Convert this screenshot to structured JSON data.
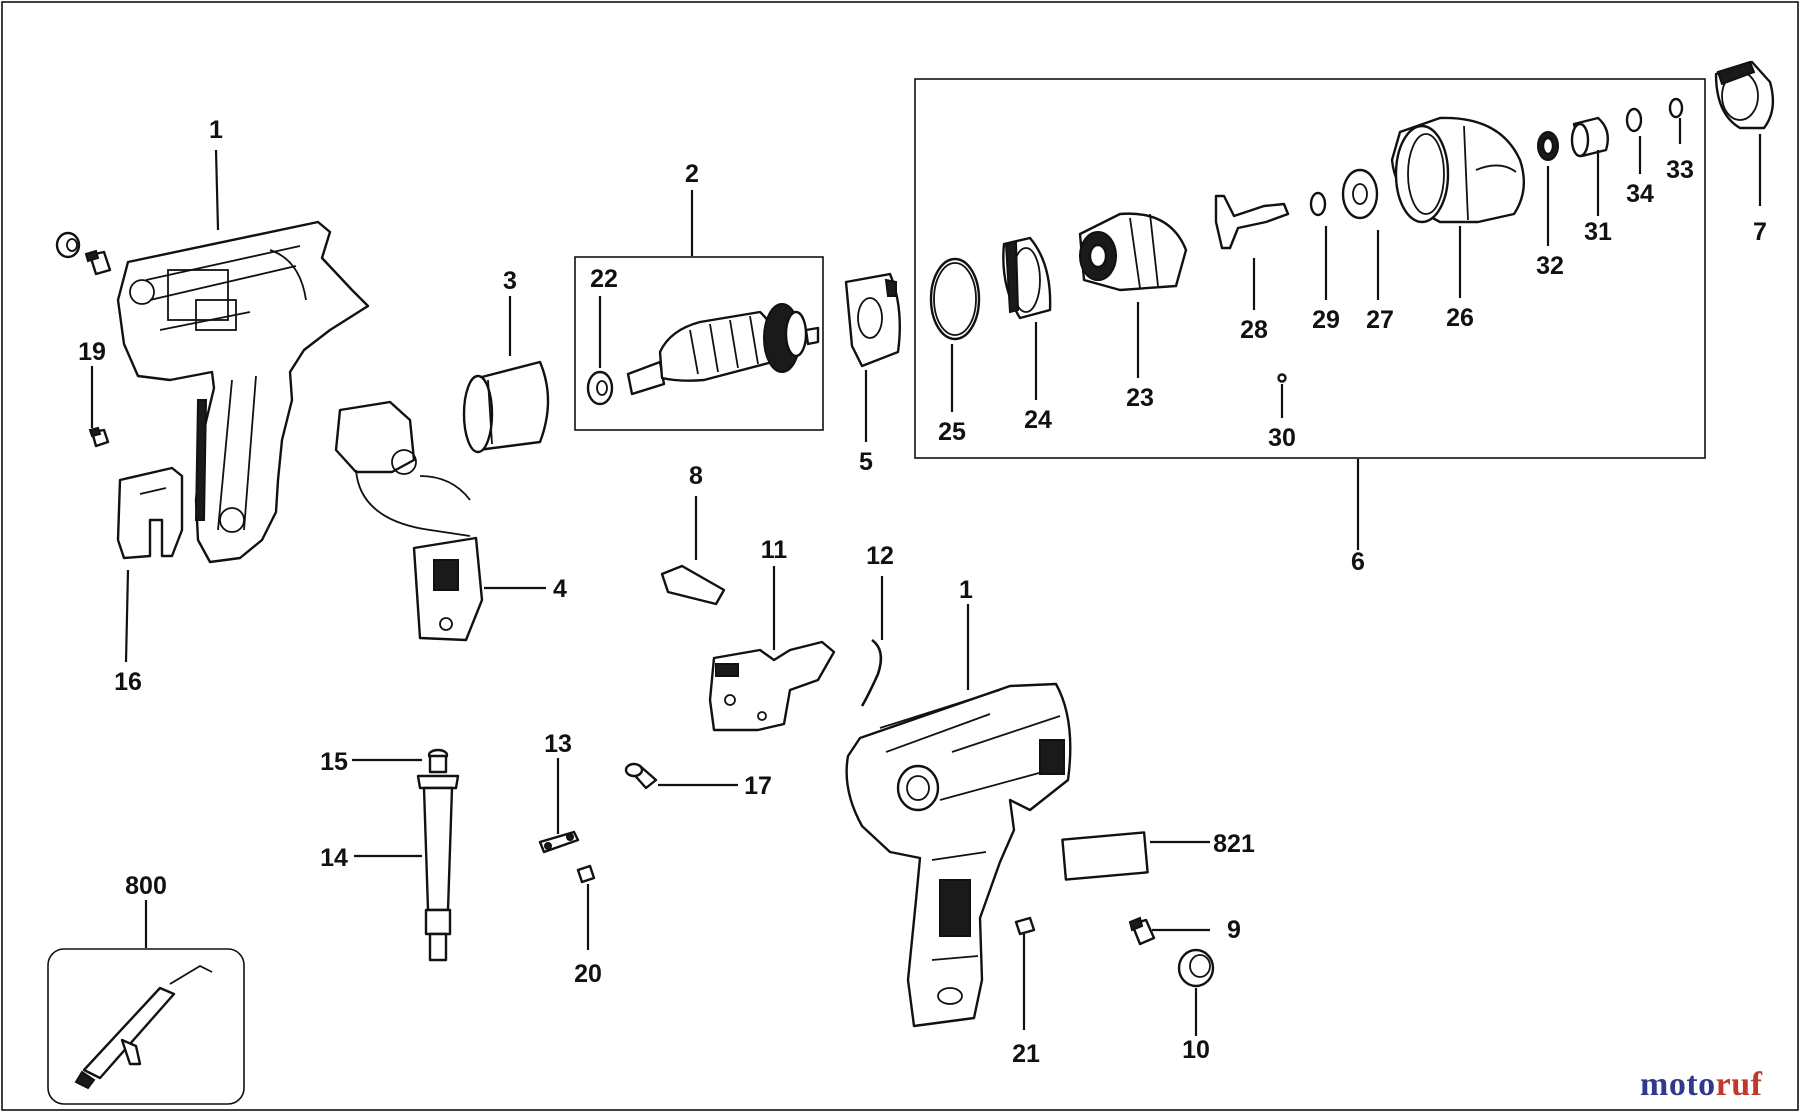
{
  "callouts": {
    "c1a": "1",
    "c2": "2",
    "c3": "3",
    "c22": "22",
    "c19": "19",
    "c16": "16",
    "c4": "4",
    "c5": "5",
    "c6": "6",
    "c25": "25",
    "c24": "24",
    "c23": "23",
    "c28": "28",
    "c29": "29",
    "c27": "27",
    "c26": "26",
    "c30": "30",
    "c32": "32",
    "c31": "31",
    "c34": "34",
    "c33": "33",
    "c7": "7",
    "c8": "8",
    "c11": "11",
    "c12": "12",
    "c1b": "1",
    "c15": "15",
    "c14": "14",
    "c13": "13",
    "c17": "17",
    "c20": "20",
    "c800": "800",
    "c821": "821",
    "c9": "9",
    "c21": "21",
    "c10": "10"
  },
  "watermark": {
    "text_a": "moto",
    "text_b": "ruf",
    "color_a": "#2f3a8f",
    "color_b": "#c0392b"
  }
}
